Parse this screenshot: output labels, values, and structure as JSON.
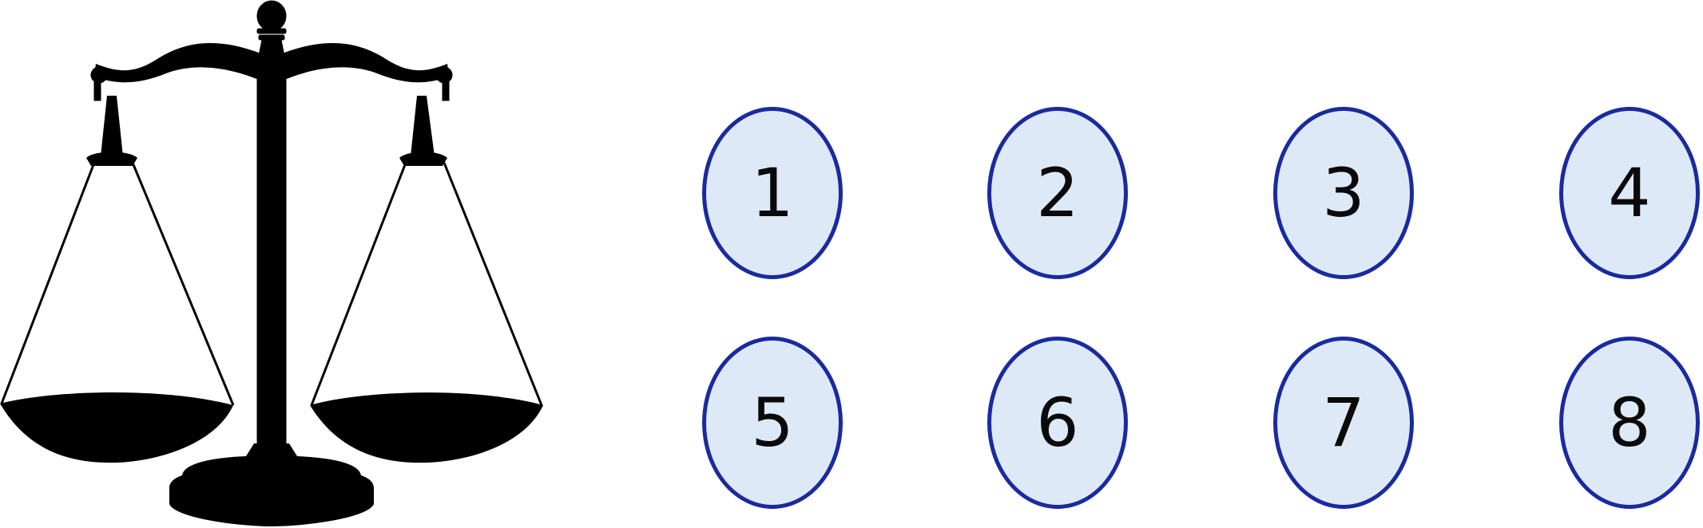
{
  "balls": [
    {
      "label": "1"
    },
    {
      "label": "2"
    },
    {
      "label": "3"
    },
    {
      "label": "4"
    },
    {
      "label": "5"
    },
    {
      "label": "6"
    },
    {
      "label": "7"
    },
    {
      "label": "8"
    }
  ],
  "colors": {
    "ball_fill": "#dee9f7",
    "ball_border": "#1a2a9e",
    "scale": "#000000"
  }
}
